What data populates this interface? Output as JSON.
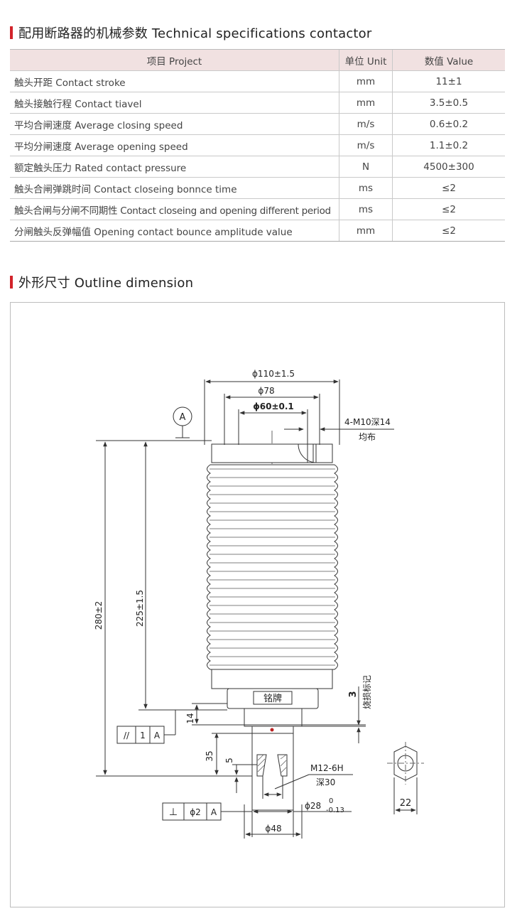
{
  "spec_section": {
    "title": "配用断路器的机械参数 Technical specifications contactor"
  },
  "spec_table": {
    "headers": [
      "项目 Project",
      "单位 Unit",
      "数值 Value"
    ],
    "rows": [
      [
        "触头开距 Contact stroke",
        "mm",
        "11±1"
      ],
      [
        "触头接触行程 Contact tiavel",
        "mm",
        "3.5±0.5"
      ],
      [
        "平均合闸速度 Average closing speed",
        "m/s",
        "0.6±0.2"
      ],
      [
        "平均分闸速度 Average opening speed",
        "m/s",
        "1.1±0.2"
      ],
      [
        "额定触头压力 Rated contact pressure",
        "N",
        "4500±300"
      ],
      [
        "触头合闸弹跳时间 Contact closeing bonnce time",
        "ms",
        "≤2"
      ],
      [
        "触头合闸与分闸不同期性 Contact closeing and opening different period",
        "ms",
        "≤2"
      ],
      [
        "分闸触头反弹幅值 Opening contact bounce amplitude value",
        "mm",
        "≤2"
      ]
    ]
  },
  "outline_section": {
    "title": "外形尺寸 Outline dimension"
  },
  "drawing": {
    "dim_phi110": "ϕ110±1.5",
    "dim_phi78": "ϕ78",
    "dim_phi60": "ϕ60±0.1",
    "datum_a": "A",
    "dim_thread_top": "4-M10深14",
    "dim_thread_top_note": "均布",
    "dim_280": "280±2",
    "dim_225": "225±1.5",
    "nameplate": "铭牌",
    "dim_3": "3",
    "mark_burn": "烧损标记",
    "dim_14": "14",
    "dim_35": "35",
    "dim_5": "5",
    "parallel_symbol": "//",
    "parallel_value": "1",
    "parallel_datum": "A",
    "dim_thread_bottom": "M12-6H",
    "dim_thread_bottom_depth": "深30",
    "perp_symbol": "⊥",
    "perp_value": "ϕ2",
    "perp_datum": "A",
    "dim_phi28": "ϕ28",
    "dim_phi28_tol_upper": "0",
    "dim_phi28_tol_lower": "-0.13",
    "dim_phi48": "ϕ48",
    "dim_22": "22"
  }
}
